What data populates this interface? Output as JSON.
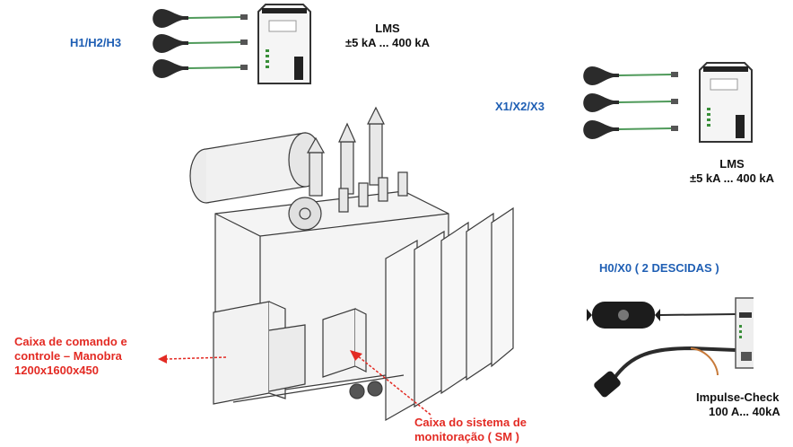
{
  "groups": {
    "high_voltage": {
      "label": "H1/H2/H3"
    },
    "low_voltage": {
      "label": "X1/X2/X3"
    },
    "neutral": {
      "label": "H0/X0 ( 2 DESCIDAS )"
    }
  },
  "sensors": {
    "lms_top": {
      "name": "LMS",
      "range": "±5 kA ... 400 kA"
    },
    "lms_right": {
      "name": "LMS",
      "range": "±5 kA ... 400 kA"
    },
    "impulse": {
      "name": "Impulse-Check",
      "range": "100 A... 40kA"
    }
  },
  "callouts": {
    "control_box": {
      "line1": "Caixa de comando e",
      "line2": "controle – Manobra",
      "line3": "1200x1600x450"
    },
    "monitoring_box": {
      "line1": "Caixa do sistema de",
      "line2": "monitoração ( SM )"
    }
  },
  "colors": {
    "blue_label": "#1f5fb4",
    "red_callout": "#e32b24",
    "cable_green": "#4f9a5a"
  }
}
